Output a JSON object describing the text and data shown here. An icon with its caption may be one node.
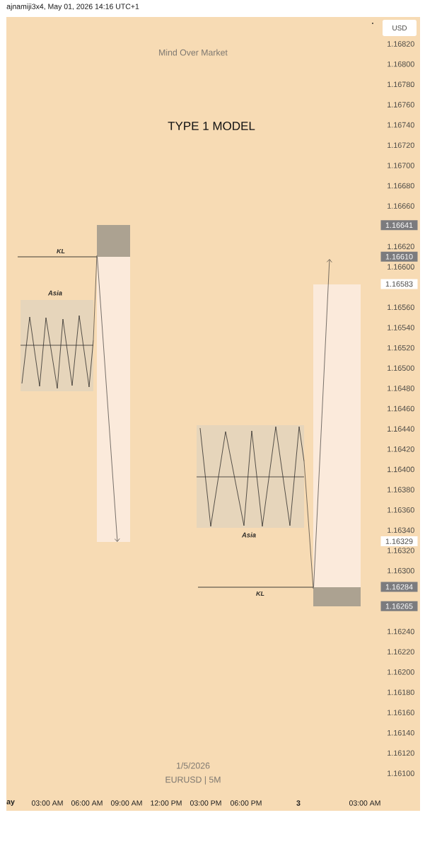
{
  "diagram": {
    "title": "TYPE 1 MODEL",
    "nodes": [
      {
        "text": [],
        "shape": "box"
      },
      {
        "text": [],
        "shape": "box"
      },
      {
        "text": [
          "Asia"
        ]
      },
      {
        "text": [
          "Asia"
        ]
      },
      {
        "text": [],
        "shape": "box"
      },
      {
        "text": [],
        "shape": "box"
      }
    ],
    "edges": [
      {
        "from": 2,
        "to": 0,
        "arrow": "none"
      },
      {
        "from": 0,
        "to": 1,
        "arrow": "to"
      },
      {
        "from": 3,
        "to": 5,
        "arrow": "none"
      },
      {
        "from": 5,
        "to": null,
        "arrow": "to"
      }
    ],
    "labels": [
      "ajnamiji3x4, May 01, 2026 14:16 UTC+1",
      "USD",
      "Mind Over Market",
      "1.16820",
      "1.16800",
      "1.16780",
      "1.16760",
      "1.16740",
      "1.16720",
      "1.16700",
      "1.16680",
      "1.16660",
      "1.16641",
      "1.16620",
      "1.16610",
      "1.16600",
      "1.16583",
      "1.16560",
      "1.16540",
      "1.16520",
      "1.16500",
      "1.16480",
      "1.16460",
      "1.16440",
      "1.16420",
      "1.16400",
      "1.16380",
      "1.16360",
      "1.16340",
      "1.16329",
      "1.16320",
      "1.16300",
      "1.16284",
      "1.16265",
      "1.16240",
      "1.16220",
      "1.16200",
      "1.16180",
      "1.16160",
      "1.16140",
      "1.16120",
      "1.16100",
      "KL",
      "KL",
      "1/5/2026",
      "EURUSD | 5M",
      "ay",
      "03:00 AM",
      "06:00 AM",
      "09:00 AM",
      "12:00 PM",
      "03:00 PM",
      "06:00 PM",
      "3",
      "03:00 AM"
    ]
  }
}
